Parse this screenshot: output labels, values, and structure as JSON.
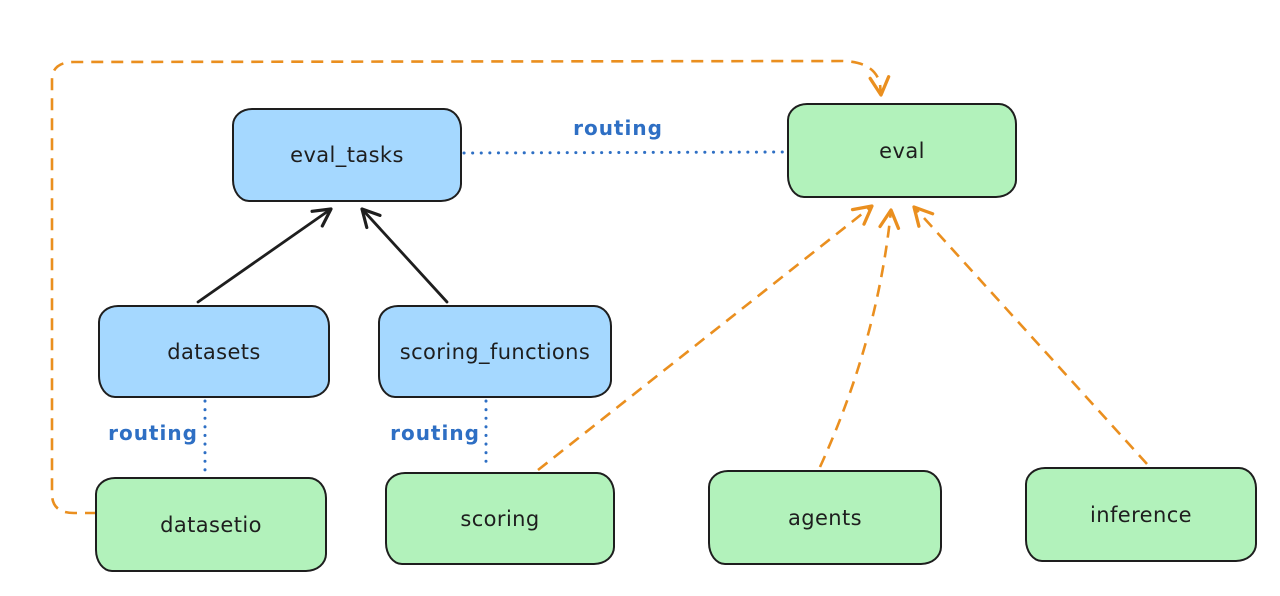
{
  "diagram": {
    "nodes": [
      {
        "id": "eval_tasks",
        "label": "eval_tasks",
        "fill": "#a5d8ff"
      },
      {
        "id": "eval",
        "label": "eval",
        "fill": "#b2f2bb"
      },
      {
        "id": "datasets",
        "label": "datasets",
        "fill": "#a5d8ff"
      },
      {
        "id": "scoring_functions",
        "label": "scoring_functions",
        "fill": "#a5d8ff"
      },
      {
        "id": "datasetio",
        "label": "datasetio",
        "fill": "#b2f2bb"
      },
      {
        "id": "scoring",
        "label": "scoring",
        "fill": "#b2f2bb"
      },
      {
        "id": "agents",
        "label": "agents",
        "fill": "#b2f2bb"
      },
      {
        "id": "inference",
        "label": "inference",
        "fill": "#b2f2bb"
      }
    ],
    "edges": [
      {
        "from": "eval_tasks",
        "to": "eval",
        "label": "routing",
        "style": "dotted",
        "color": "#2e6fc4"
      },
      {
        "from": "datasets",
        "to": "datasetio",
        "label": "routing",
        "style": "dotted",
        "color": "#2e6fc4"
      },
      {
        "from": "scoring_functions",
        "to": "scoring",
        "label": "routing",
        "style": "dotted",
        "color": "#2e6fc4"
      },
      {
        "from": "datasets",
        "to": "eval_tasks",
        "style": "solid-arrow",
        "color": "#1e1e1e"
      },
      {
        "from": "scoring_functions",
        "to": "eval_tasks",
        "style": "solid-arrow",
        "color": "#1e1e1e"
      },
      {
        "from": "datasetio",
        "to": "eval",
        "style": "dashed-arrow",
        "color": "#ea8f1f"
      },
      {
        "from": "scoring",
        "to": "eval",
        "style": "dashed-arrow",
        "color": "#ea8f1f"
      },
      {
        "from": "agents",
        "to": "eval",
        "style": "dashed-arrow",
        "color": "#ea8f1f"
      },
      {
        "from": "inference",
        "to": "eval",
        "style": "dashed-arrow",
        "color": "#ea8f1f"
      }
    ],
    "colors": {
      "background": "#ffffff",
      "node_border": "#1e1e1e",
      "blue_fill": "#a5d8ff",
      "green_fill": "#b2f2bb",
      "routing_blue": "#2e6fc4",
      "dependency_black": "#1e1e1e",
      "provider_orange": "#ea8f1f"
    }
  }
}
